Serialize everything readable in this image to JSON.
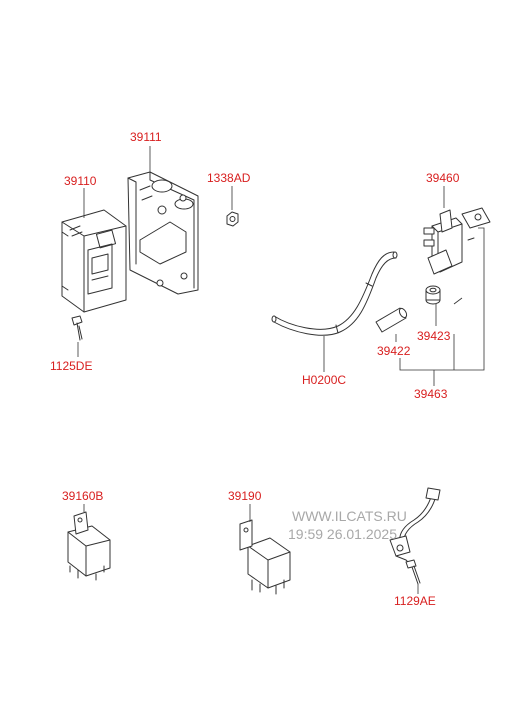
{
  "labels": {
    "p39110": "39110",
    "p39111": "39111",
    "p1338AD": "1338AD",
    "p39460": "39460",
    "p1125DE": "1125DE",
    "pH0200C": "H0200C",
    "p39423": "39423",
    "p39422": "39422",
    "p39463": "39463",
    "p39160B": "39160B",
    "p39190": "39190",
    "p1129AE": "1129AE"
  },
  "watermark": {
    "line1": "WWW.ILCATS.RU",
    "line2": "19:59 26.01.2025"
  }
}
